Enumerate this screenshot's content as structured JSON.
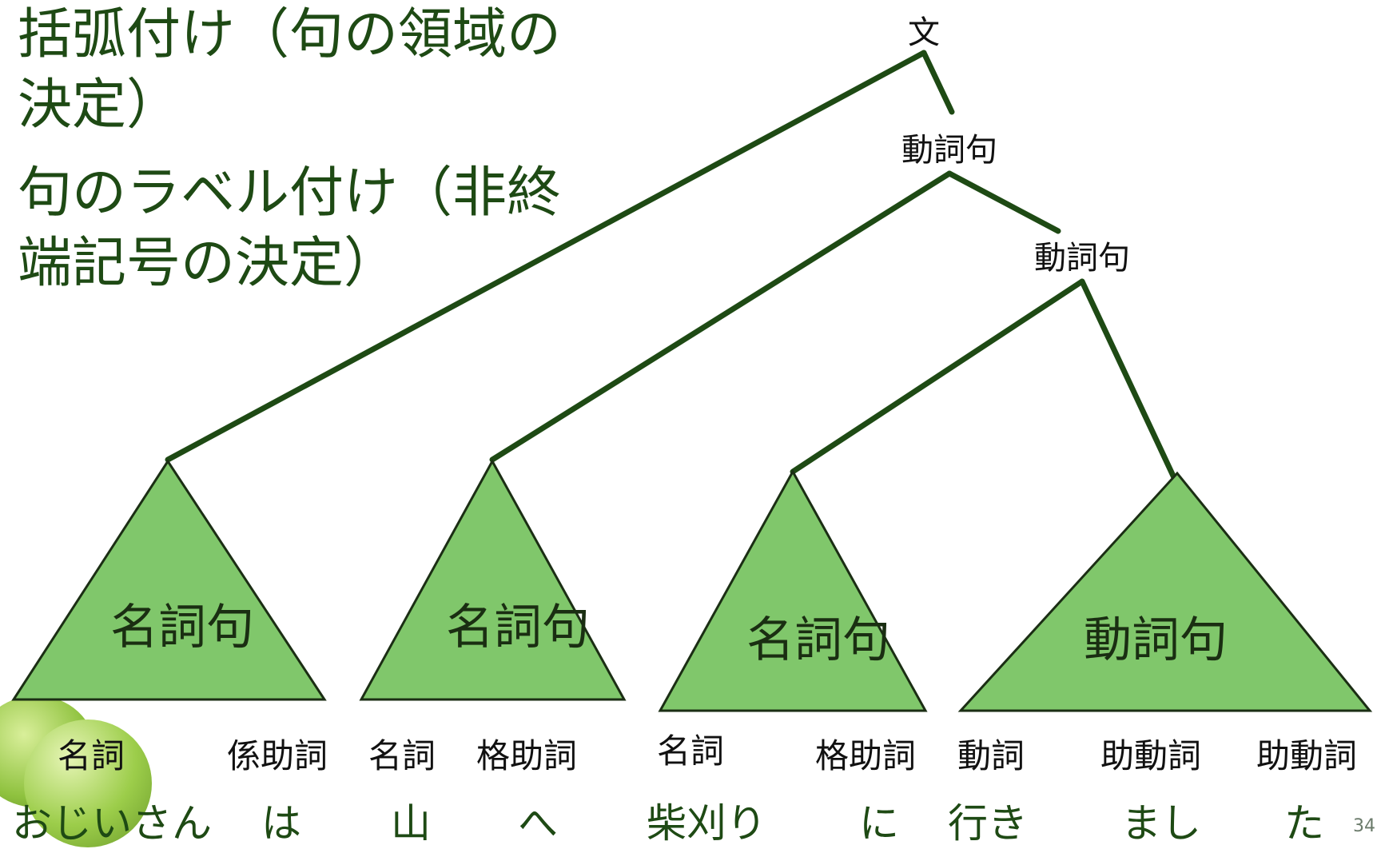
{
  "bullets": [
    "括弧付け（句の領域の決定）",
    "句のラベル付け（非終端記号の決定）"
  ],
  "tree": {
    "root": "文",
    "vp1": "動詞句",
    "vp2": "動詞句"
  },
  "triangles": [
    "名詞句",
    "名詞句",
    "名詞句",
    "動詞句"
  ],
  "pos_tags": [
    "名詞",
    "係助詞",
    "名詞",
    "格助詞",
    "名詞",
    "格助詞",
    "動詞",
    "助動詞",
    "助動詞"
  ],
  "words": [
    "おじいさん",
    "は",
    "山",
    "へ",
    "柴刈り",
    "に",
    "行き",
    "まし",
    "た"
  ],
  "page_number": "34",
  "colors": {
    "text": "#1e4a14",
    "line": "#1e4a14",
    "triangle_fill": "#80c76b",
    "triangle_stroke": "#1b2e14"
  }
}
